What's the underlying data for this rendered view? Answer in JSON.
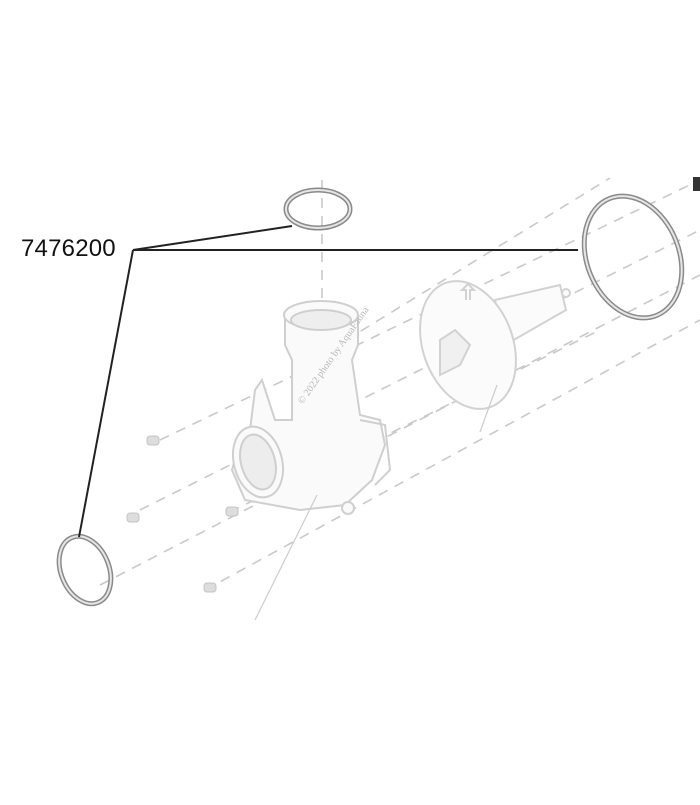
{
  "diagram": {
    "type": "exploded-parts-view",
    "subject": "pump head assembly",
    "callout": {
      "part_number": "7476200",
      "targets": [
        "top-oring",
        "right-large-oring",
        "bottom-left-oring"
      ]
    },
    "watermark": "© 2022 photo by AquaFauna",
    "parts": [
      {
        "id": "top-oring",
        "label": "O-ring (outlet)"
      },
      {
        "id": "right-large-oring",
        "label": "O-ring (large, impeller chamber)"
      },
      {
        "id": "bottom-left-oring",
        "label": "O-ring (inlet)"
      },
      {
        "id": "pump-housing",
        "label": "Pump housing"
      },
      {
        "id": "impeller",
        "label": "Impeller with rotor"
      },
      {
        "id": "screws",
        "label": "Screws x4"
      }
    ],
    "colors": {
      "leader_line": "#222222",
      "oring_stroke": "#888888",
      "faded_part": "#cfcfcf",
      "dash_line": "#c8c8c8"
    }
  }
}
